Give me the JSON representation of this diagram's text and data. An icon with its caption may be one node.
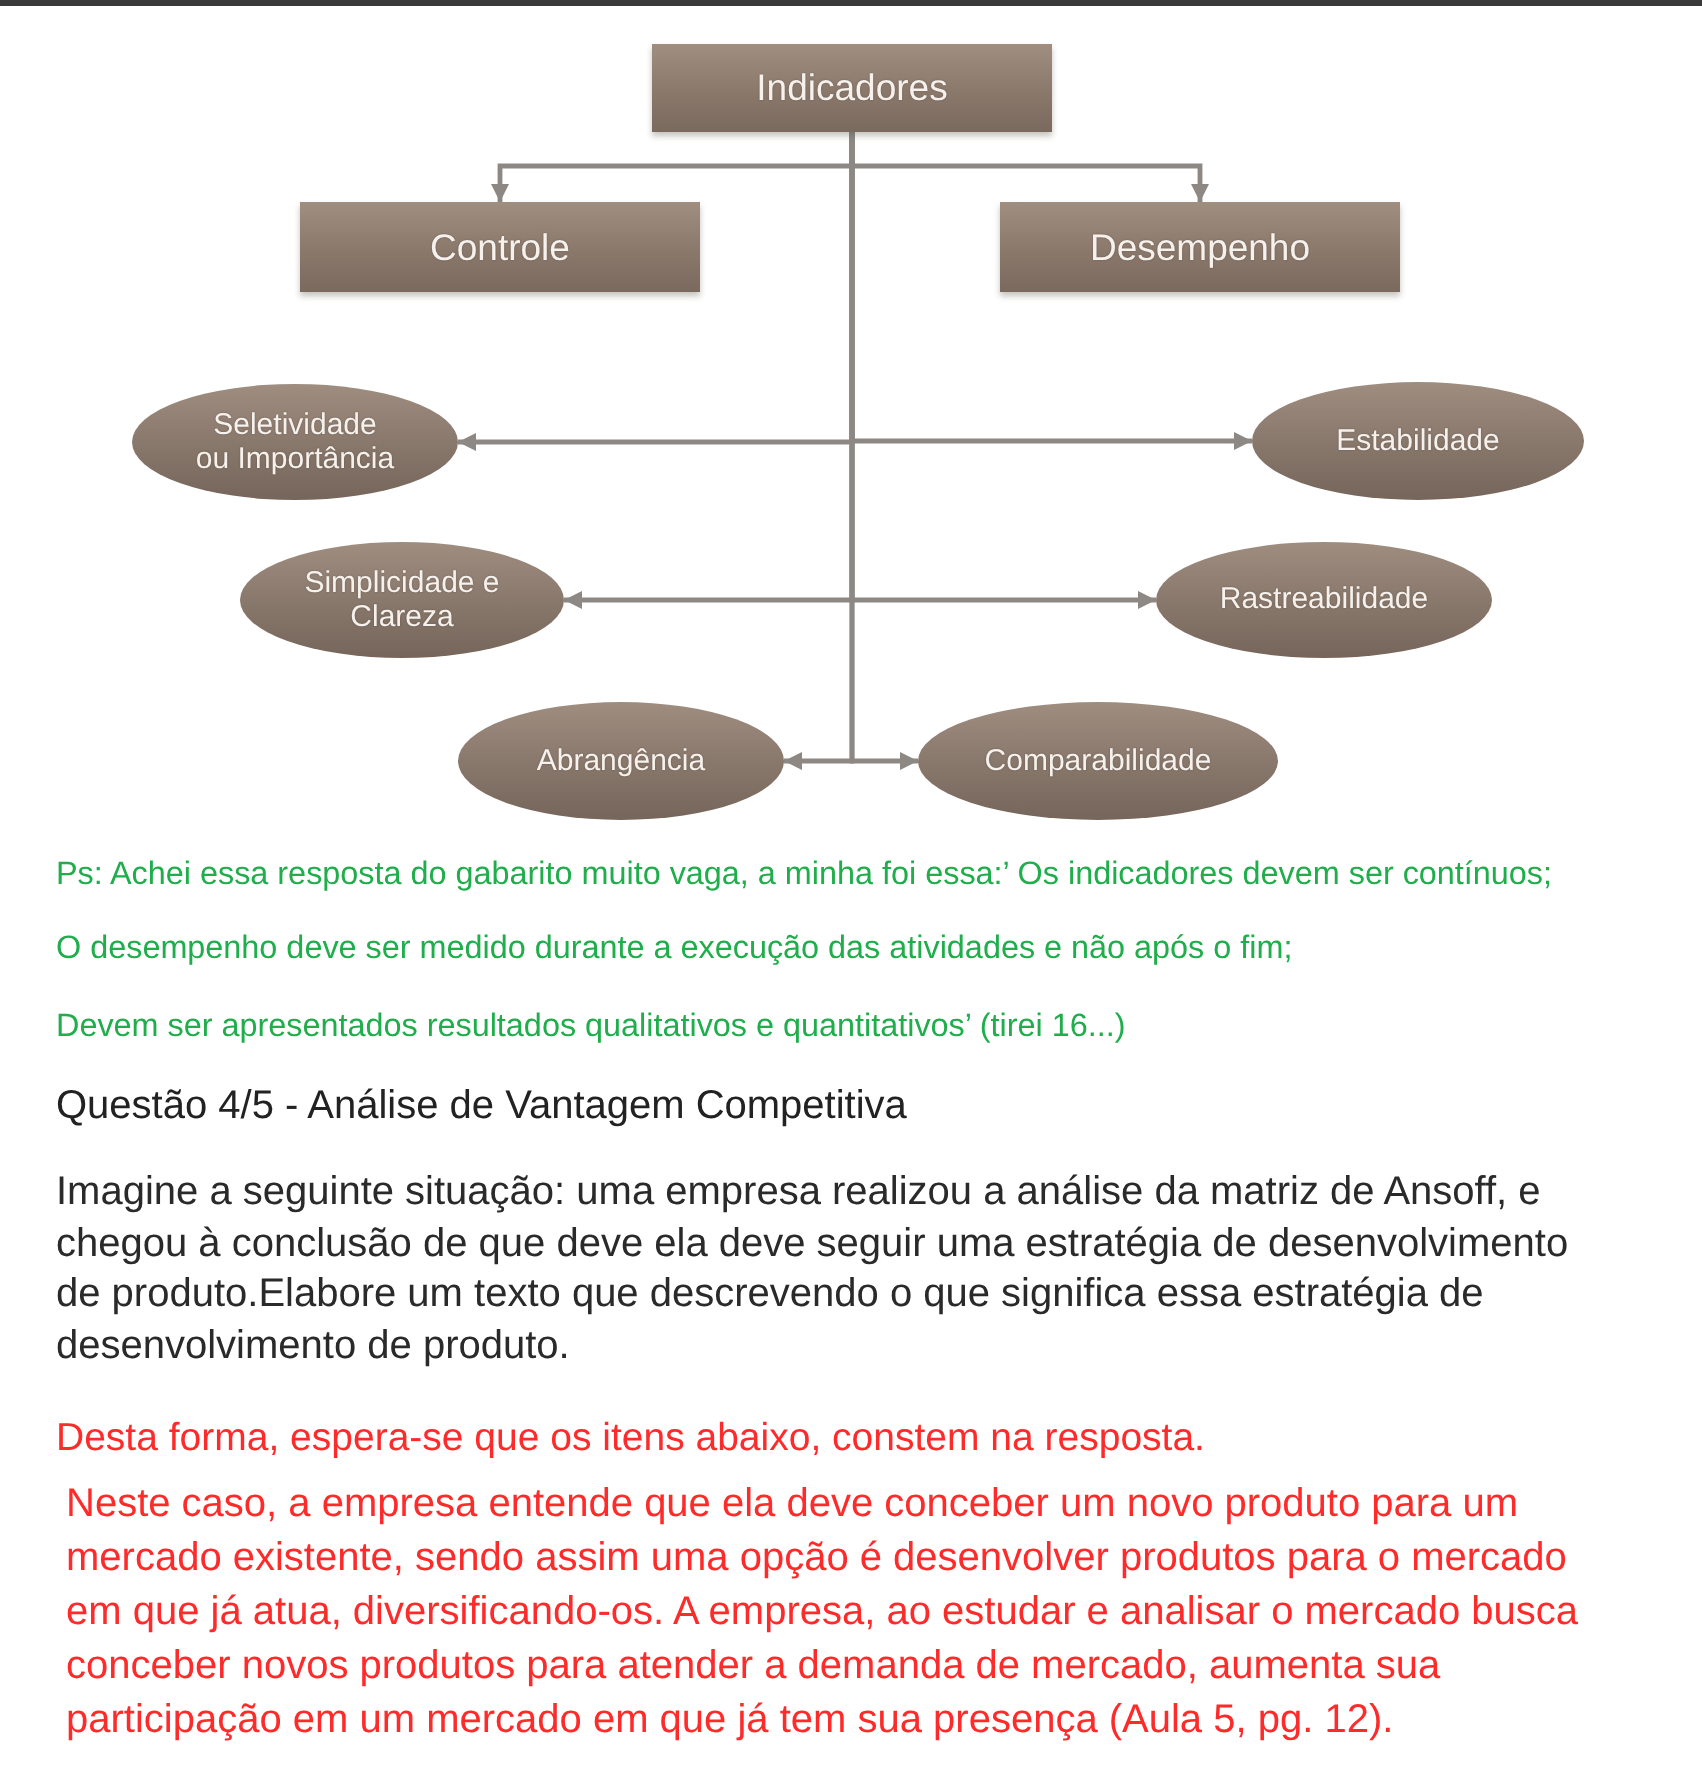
{
  "diagram": {
    "nodes": [
      {
        "text": [
          "Indicadores"
        ]
      },
      {
        "text": [
          "Controle"
        ]
      },
      {
        "text": [
          "Desempenho"
        ]
      },
      {
        "text": [
          "Seletividade ou Importância"
        ]
      },
      {
        "text": [
          "Estabilidade"
        ]
      },
      {
        "text": [
          "Simplicidade e Clareza"
        ]
      },
      {
        "text": [
          "Rastreabilidade"
        ]
      },
      {
        "text": [
          "Abrangência"
        ]
      },
      {
        "text": [
          "Comparabilidade"
        ]
      }
    ],
    "edges": [
      {
        "from": 0,
        "to": 1,
        "arrow": "to"
      },
      {
        "from": 0,
        "to": 2,
        "arrow": "to"
      },
      {
        "from": 0,
        "to": 3,
        "arrow": "to"
      },
      {
        "from": 0,
        "to": 4,
        "arrow": "to"
      },
      {
        "from": 0,
        "to": 5,
        "arrow": "to"
      },
      {
        "from": 0,
        "to": 6,
        "arrow": "to"
      },
      {
        "from": 0,
        "to": 7,
        "arrow": "to"
      },
      {
        "from": 0,
        "to": 8,
        "arrow": "to"
      }
    ],
    "labels": [
      "Ps: Achei essa resposta do gabarito muito vaga, a minha foi essa:’ Os indicadores devem ser contínuos;",
      "O desempenho deve ser medido durante a execução das atividades e não após o fim;",
      "Devem ser apresentados resultados qualitativos e quantitativos’ (tirei 16...)",
      "Questão 4/5 - Análise de Vantagem Competitiva",
      "Imagine a seguinte situação: uma empresa realizou a análise da matriz de Ansoff, e chegou à conclusão de que deve ela deve seguir uma estratégia de desenvolvimento de produto.Elabore um texto que descrevendo o que significa essa estratégia de desenvolvimento de produto.",
      "Desta forma, espera-se que os itens abaixo, constem na resposta.",
      "Neste caso, a empresa entende que ela deve conceber um novo produto para um mercado existente, sendo assim uma opção é desenvolver produtos para o mercado em que já atua, diversificando-os. A empresa, ao estudar e analisar o mercado busca conceber novos produtos para atender a demanda de mercado, aumenta sua participação em um mercado em que já tem sua presença (Aula 5, pg. 12)."
    ]
  }
}
